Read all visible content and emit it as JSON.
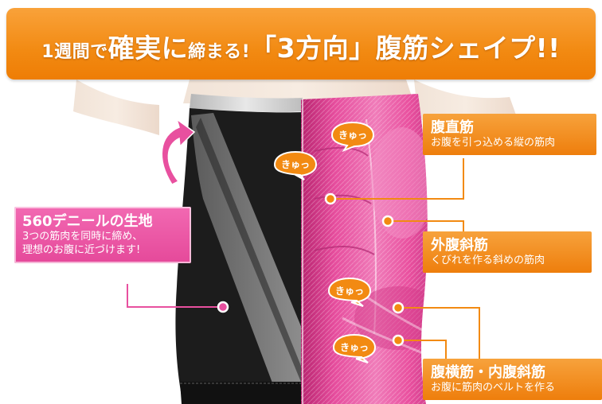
{
  "banner": {
    "parts": [
      {
        "text": "1週間で",
        "size": "s"
      },
      {
        "text": "確実に",
        "size": "l"
      },
      {
        "text": "締まる!",
        "size": "s"
      },
      {
        "text": "「3方向」腹筋シェイプ!!",
        "size": "l"
      }
    ]
  },
  "left_label": {
    "title": "560デニールの生地",
    "line1": "3つの筋肉を同時に締め、",
    "line2": "理想のお腹に近づけます!"
  },
  "muscles": [
    {
      "name": "腹直筋",
      "desc": "お腹を引っ込める縦の筋肉"
    },
    {
      "name": "外腹斜筋",
      "desc": "くびれを作る斜めの筋肉"
    },
    {
      "name": "腹横筋・内腹斜筋",
      "desc": "お腹に筋肉のベルトを作る"
    }
  ],
  "sound": "きゅっ",
  "colors": {
    "banner": "#f28a12",
    "label_orange": "#f28a12",
    "label_pink": "#e8509f",
    "fabric": "#1c1c1c",
    "muscle": "#e5509c"
  }
}
